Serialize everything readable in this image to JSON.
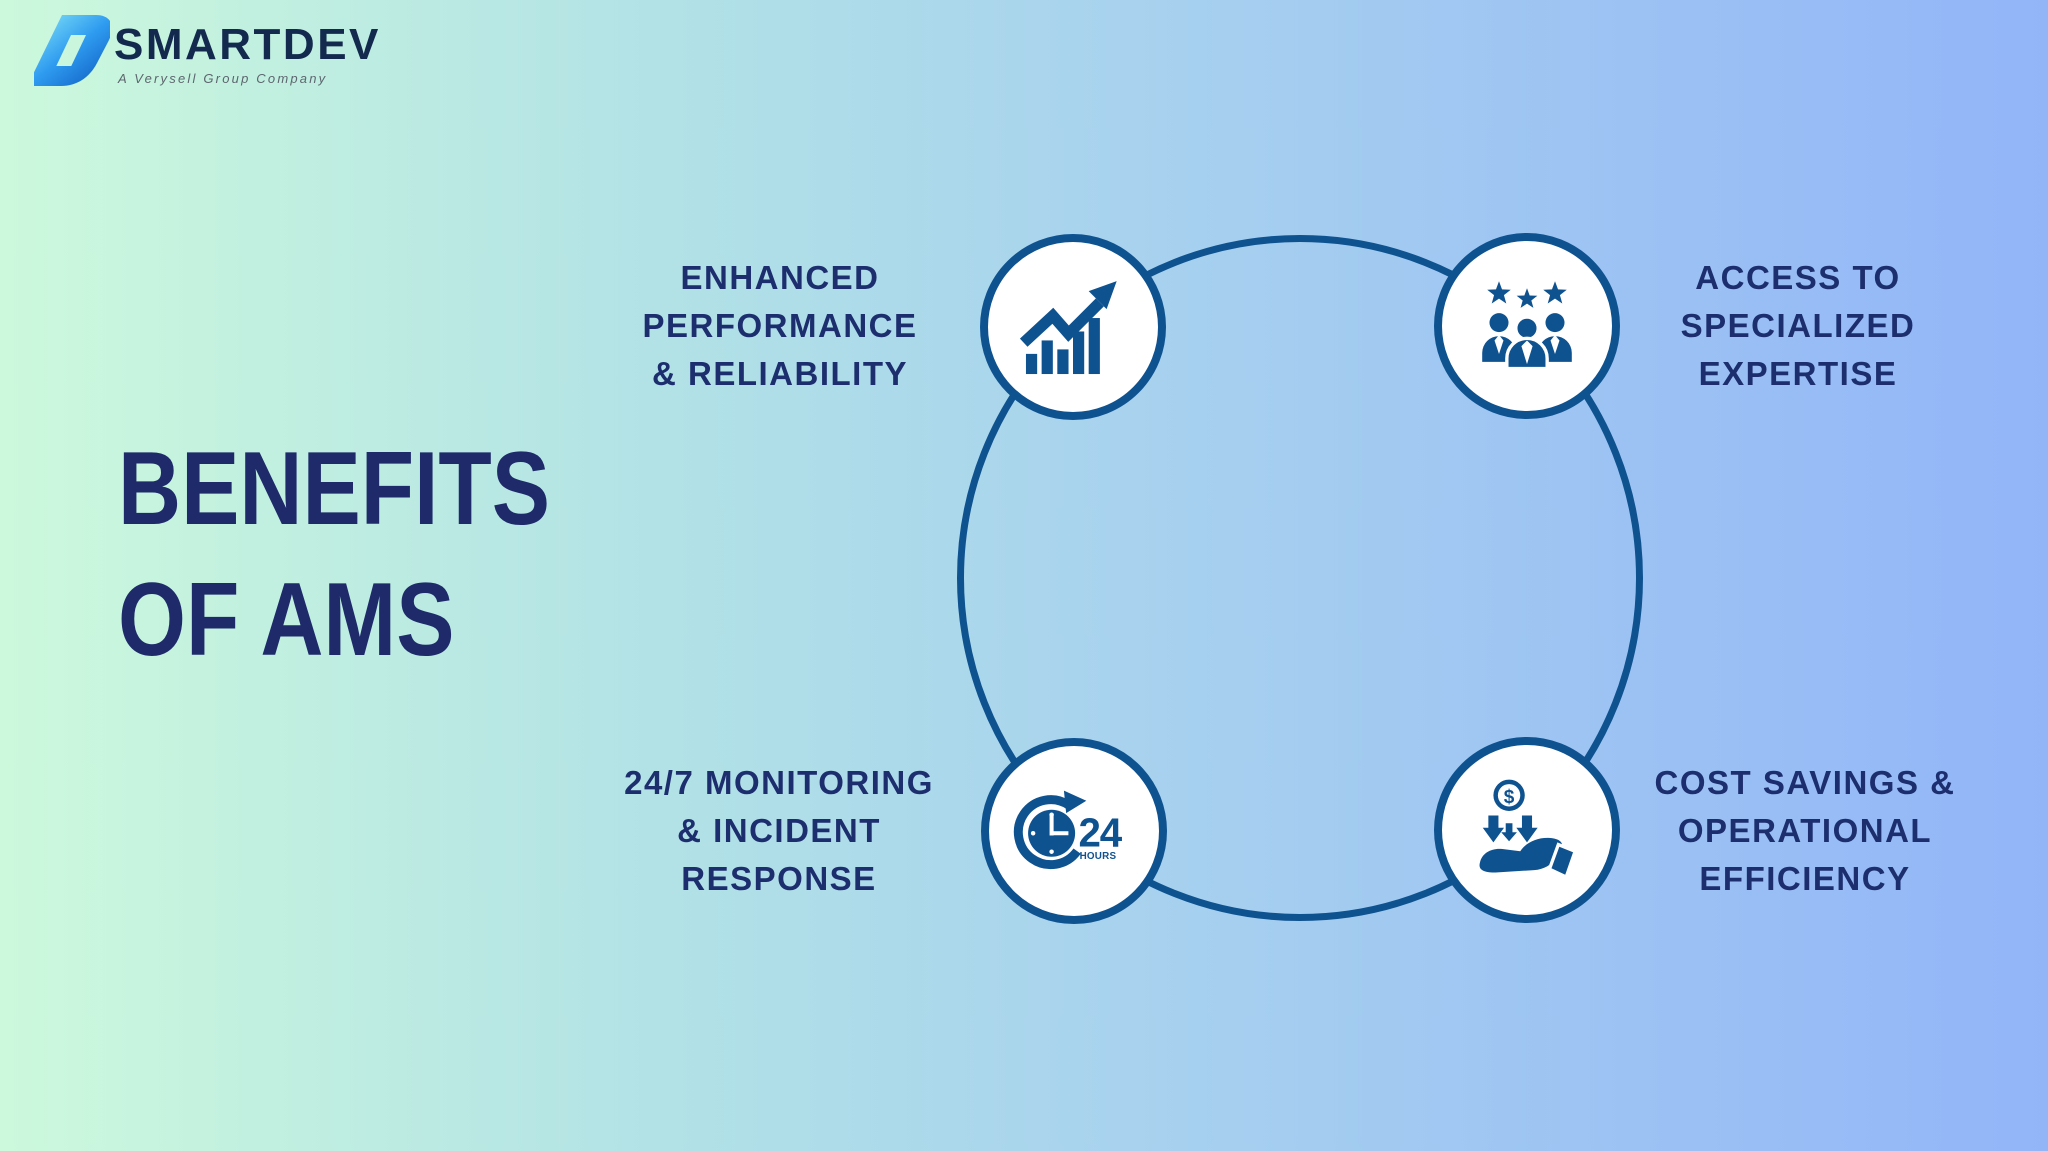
{
  "logo": {
    "name": "SMARTDEV",
    "tagline": "A Verysell Group Company"
  },
  "title": {
    "lines": [
      "BENEFITS",
      "OF AMS"
    ]
  },
  "benefits": [
    {
      "id": "enhanced-performance",
      "position": "top-left",
      "icon": "growth-chart-icon",
      "lines": [
        "ENHANCED",
        "PERFORMANCE",
        "& RELIABILITY"
      ]
    },
    {
      "id": "specialized-expertise",
      "position": "top-right",
      "icon": "team-stars-icon",
      "lines": [
        "ACCESS TO",
        "SPECIALIZED",
        "EXPERTISE"
      ]
    },
    {
      "id": "monitoring-incident-response",
      "position": "bottom-left",
      "icon": "24-hours-clock-icon",
      "lines": [
        "24/7 MONITORING",
        "& INCIDENT",
        "RESPONSE"
      ]
    },
    {
      "id": "cost-savings-efficiency",
      "position": "bottom-right",
      "icon": "cost-savings-hand-icon",
      "lines": [
        "COST SAVINGS &",
        "OPERATIONAL",
        "EFFICIENCY"
      ]
    }
  ],
  "icon_text": {
    "clock_number": "24",
    "clock_unit": "HOURS",
    "coin_symbol": "$"
  },
  "colors": {
    "background_left": "#ccf9dc",
    "background_right": "#92b5f8",
    "navy_text": "#1c2e6e",
    "title_navy": "#1e2a6a",
    "icon_blue": "#0e5290",
    "node_fill": "#ffffff",
    "logo_text": "#13294e",
    "tagline_gray": "#5d666e"
  }
}
